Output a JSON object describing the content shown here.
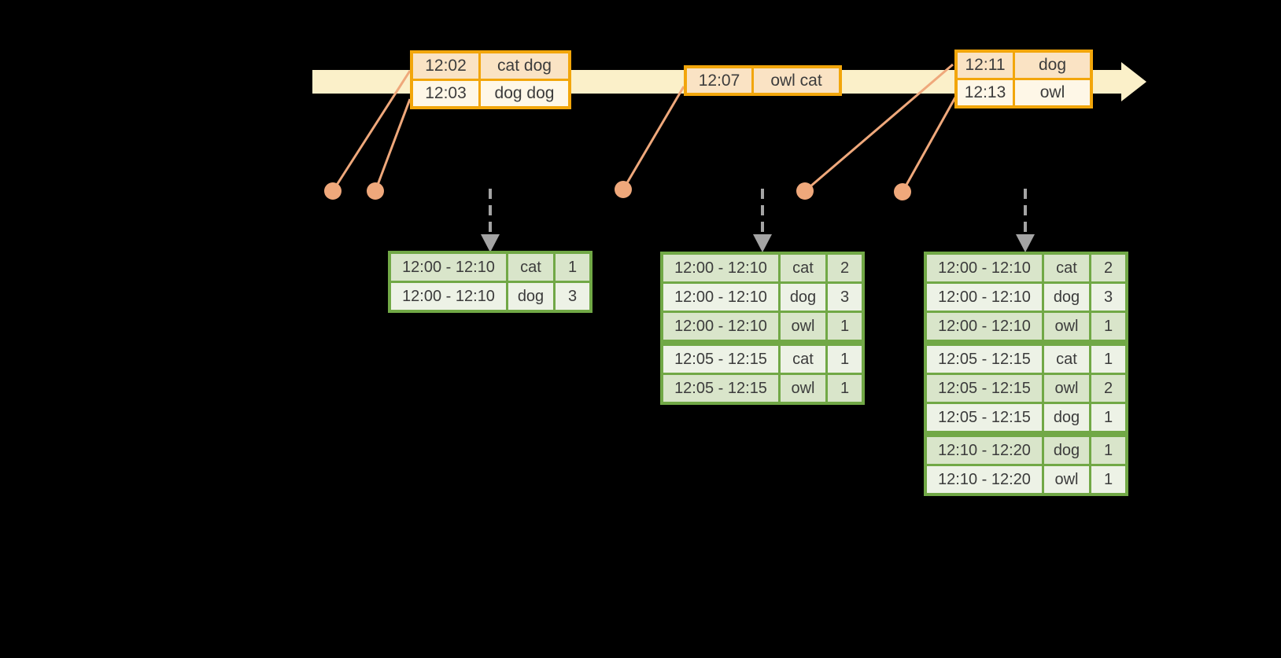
{
  "colors": {
    "background": "#000000",
    "timeline_fill": "#FBF0C9",
    "event_table_border": "#F2A60B",
    "event_row_dark": "#FAE3C4",
    "event_row_light": "#FEF7E7",
    "event_dot_and_line": "#EFA87B",
    "result_table_border": "#71A846",
    "result_row_dark": "#D9E5CA",
    "result_row_light": "#EDF2E6",
    "trigger_arrow_gray": "#A4A4A4",
    "table_text": "#3C3C3C"
  },
  "event_tables": [
    {
      "rows": [
        {
          "time": "12:02",
          "words": "cat dog"
        },
        {
          "time": "12:03",
          "words": "dog dog"
        }
      ]
    },
    {
      "rows": [
        {
          "time": "12:07",
          "words": "owl cat"
        }
      ]
    },
    {
      "rows": [
        {
          "time": "12:11",
          "words": "dog"
        },
        {
          "time": "12:13",
          "words": "owl"
        }
      ]
    }
  ],
  "result_tables": [
    {
      "rows": [
        {
          "window": "12:00 - 12:10",
          "word": "cat",
          "count": "1"
        },
        {
          "window": "12:00 - 12:10",
          "word": "dog",
          "count": "3"
        }
      ]
    },
    {
      "rows": [
        {
          "window": "12:00 - 12:10",
          "word": "cat",
          "count": "2"
        },
        {
          "window": "12:00 - 12:10",
          "word": "dog",
          "count": "3"
        },
        {
          "window": "12:00 - 12:10",
          "word": "owl",
          "count": "1"
        },
        {
          "window": "12:05 - 12:15",
          "word": "cat",
          "count": "1"
        },
        {
          "window": "12:05 - 12:15",
          "word": "owl",
          "count": "1"
        }
      ]
    },
    {
      "rows": [
        {
          "window": "12:00 - 12:10",
          "word": "cat",
          "count": "2"
        },
        {
          "window": "12:00 - 12:10",
          "word": "dog",
          "count": "3"
        },
        {
          "window": "12:00 - 12:10",
          "word": "owl",
          "count": "1"
        },
        {
          "window": "12:05 - 12:15",
          "word": "cat",
          "count": "1"
        },
        {
          "window": "12:05 - 12:15",
          "word": "owl",
          "count": "2"
        },
        {
          "window": "12:05 - 12:15",
          "word": "dog",
          "count": "1"
        },
        {
          "window": "12:10 - 12:20",
          "word": "dog",
          "count": "1"
        },
        {
          "window": "12:10 - 12:20",
          "word": "owl",
          "count": "1"
        }
      ]
    }
  ]
}
